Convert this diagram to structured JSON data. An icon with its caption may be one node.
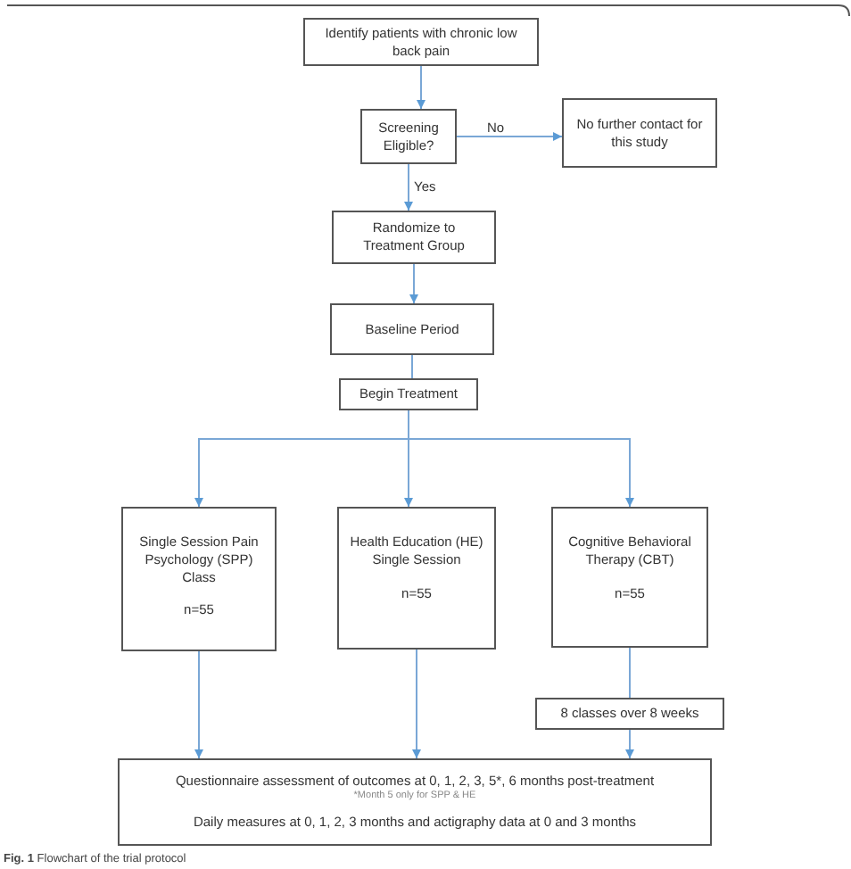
{
  "diagram": {
    "caption": "**Fig. 1** Flowchart of the trial protocol",
    "nodes": [
      {
        "text": [
          "Identify patients with chronic low back pain"
        ]
      },
      {
        "text": [
          "Screening Eligible?"
        ]
      },
      {
        "text": [
          "No further contact for this study"
        ]
      },
      {
        "text": [
          "Randomize to Treatment Group"
        ]
      },
      {
        "text": [
          "Baseline Period"
        ]
      },
      {
        "text": [
          "Begin Treatment"
        ]
      },
      {
        "text": [
          "Single Session Pain Psychology (SPP) Class",
          "n=55"
        ]
      },
      {
        "text": [
          "Health Education (HE) Single Session",
          "n=55"
        ]
      },
      {
        "text": [
          "Cognitive Behavioral Therapy (CBT)",
          "n=55"
        ]
      },
      {
        "text": [
          "8 classes over 8 weeks"
        ]
      },
      {
        "text": [
          "Questionnaire assessment of outcomes at 0, 1, 2, 3, 5*, 6 months post-treatment",
          "*Month 5 only for SPP & HE",
          "Daily measures at 0, 1, 2, 3 months and actigraphy data at 0 and 3 months"
        ]
      }
    ],
    "edges": [
      {
        "from": 0,
        "to": 1,
        "arrow": "to"
      },
      {
        "from": 1,
        "to": 2,
        "arrow": "to",
        "label": "No"
      },
      {
        "from": 1,
        "to": 3,
        "arrow": "to",
        "label": "Yes"
      },
      {
        "from": 3,
        "to": 4,
        "arrow": "to"
      },
      {
        "from": 4,
        "to": 5,
        "arrow": "none"
      },
      {
        "from": 5,
        "to": 6,
        "arrow": "to"
      },
      {
        "from": 5,
        "to": 7,
        "arrow": "to"
      },
      {
        "from": 5,
        "to": 8,
        "arrow": "to"
      },
      {
        "from": 6,
        "to": 10,
        "arrow": "to"
      },
      {
        "from": 7,
        "to": 10,
        "arrow": "to"
      },
      {
        "from": 8,
        "to": 9,
        "arrow": "none"
      },
      {
        "from": 9,
        "to": 10,
        "arrow": "to"
      }
    ]
  }
}
